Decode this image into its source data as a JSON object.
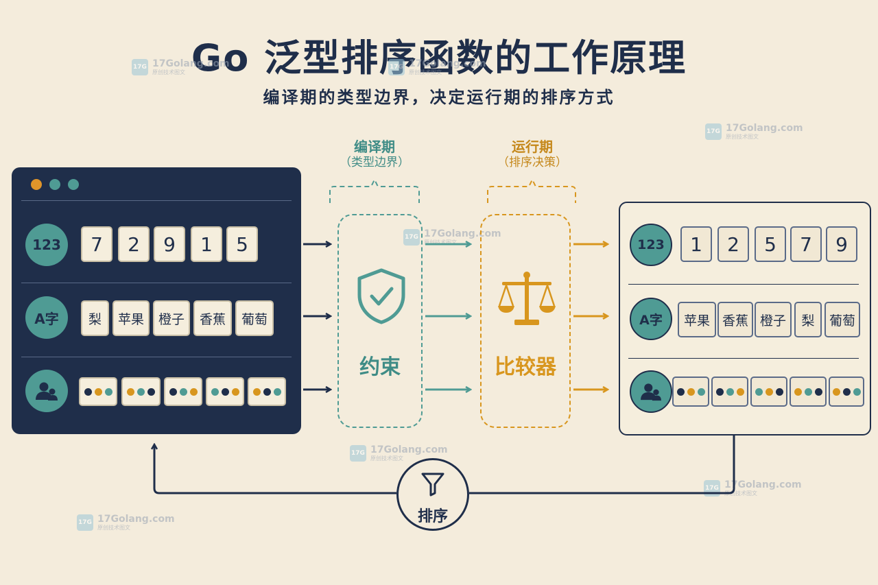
{
  "title": "Go 泛型排序函数的工作原理",
  "subtitle": "编译期的类型边界，决定运行期的排序方式",
  "watermark": {
    "site": "17Golang.com",
    "sub": "原创技术图文",
    "logo": "17G"
  },
  "stages": {
    "compile": {
      "title": "编译期",
      "sub": "（类型边界）",
      "label": "约束",
      "icon": "shield-check-icon"
    },
    "runtime": {
      "title": "运行期",
      "sub": "（排序决策）",
      "label": "比较器",
      "icon": "balance-scale-icon"
    }
  },
  "input_rows": [
    {
      "icon": "123",
      "items": [
        "7",
        "2",
        "9",
        "1",
        "5"
      ]
    },
    {
      "icon": "A字",
      "items": [
        "梨",
        "苹果",
        "橙子",
        "香蕉",
        "葡萄"
      ]
    },
    {
      "icon": "user-group-icon",
      "items": [
        [
          "#1f2e4a",
          "#d8961e",
          "#4f9b94"
        ],
        [
          "#d8961e",
          "#4f9b94",
          "#1f2e4a"
        ],
        [
          "#1f2e4a",
          "#4f9b94",
          "#d8961e"
        ],
        [
          "#4f9b94",
          "#1f2e4a",
          "#d8961e"
        ],
        [
          "#d8961e",
          "#1f2e4a",
          "#4f9b94"
        ]
      ]
    }
  ],
  "output_rows": [
    {
      "icon": "123",
      "items": [
        "1",
        "2",
        "5",
        "7",
        "9"
      ]
    },
    {
      "icon": "A字",
      "items": [
        "苹果",
        "香蕉",
        "橙子",
        "梨",
        "葡萄"
      ]
    },
    {
      "icon": "user-group-icon",
      "items": [
        [
          "#1f2e4a",
          "#d8961e",
          "#4f9b94"
        ],
        [
          "#1f2e4a",
          "#4f9b94",
          "#d8961e"
        ],
        [
          "#4f9b94",
          "#d8961e",
          "#1f2e4a"
        ],
        [
          "#d8961e",
          "#4f9b94",
          "#1f2e4a"
        ],
        [
          "#d8961e",
          "#1f2e4a",
          "#4f9b94"
        ]
      ]
    }
  ],
  "sort": {
    "label": "排序",
    "icon": "funnel-icon"
  },
  "colors": {
    "navy": "#1f2e4a",
    "teal": "#4f9b94",
    "gold": "#d8961e",
    "background": "#f4ecdc",
    "dot_red": "#e0952a"
  }
}
